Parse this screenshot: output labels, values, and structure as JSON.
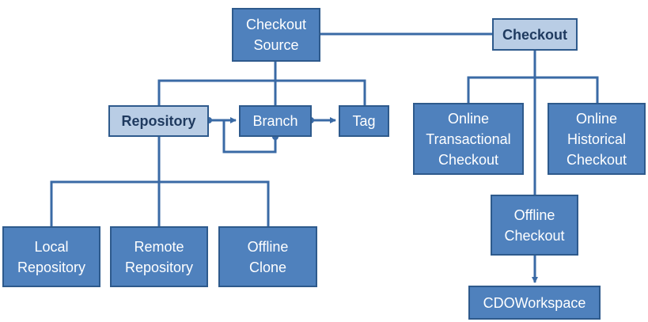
{
  "diagram": {
    "nodes": {
      "checkout_source": "Checkout\nSource",
      "checkout": "Checkout",
      "repository": "Repository",
      "branch": "Branch",
      "tag": "Tag",
      "online_transactional_checkout": "Online\nTransactional\nCheckout",
      "online_historical_checkout": "Online\nHistorical\nCheckout",
      "local_repository": "Local\nRepository",
      "remote_repository": "Remote\nRepository",
      "offline_clone": "Offline\nClone",
      "offline_checkout": "Offline\nCheckout",
      "cdo_workspace": "CDOWorkspace"
    },
    "colors": {
      "box_fill": "#4f81bd",
      "box_highlight_fill": "#b9cde5",
      "border": "#2e5a8c",
      "connector": "#3a6aa5"
    }
  }
}
